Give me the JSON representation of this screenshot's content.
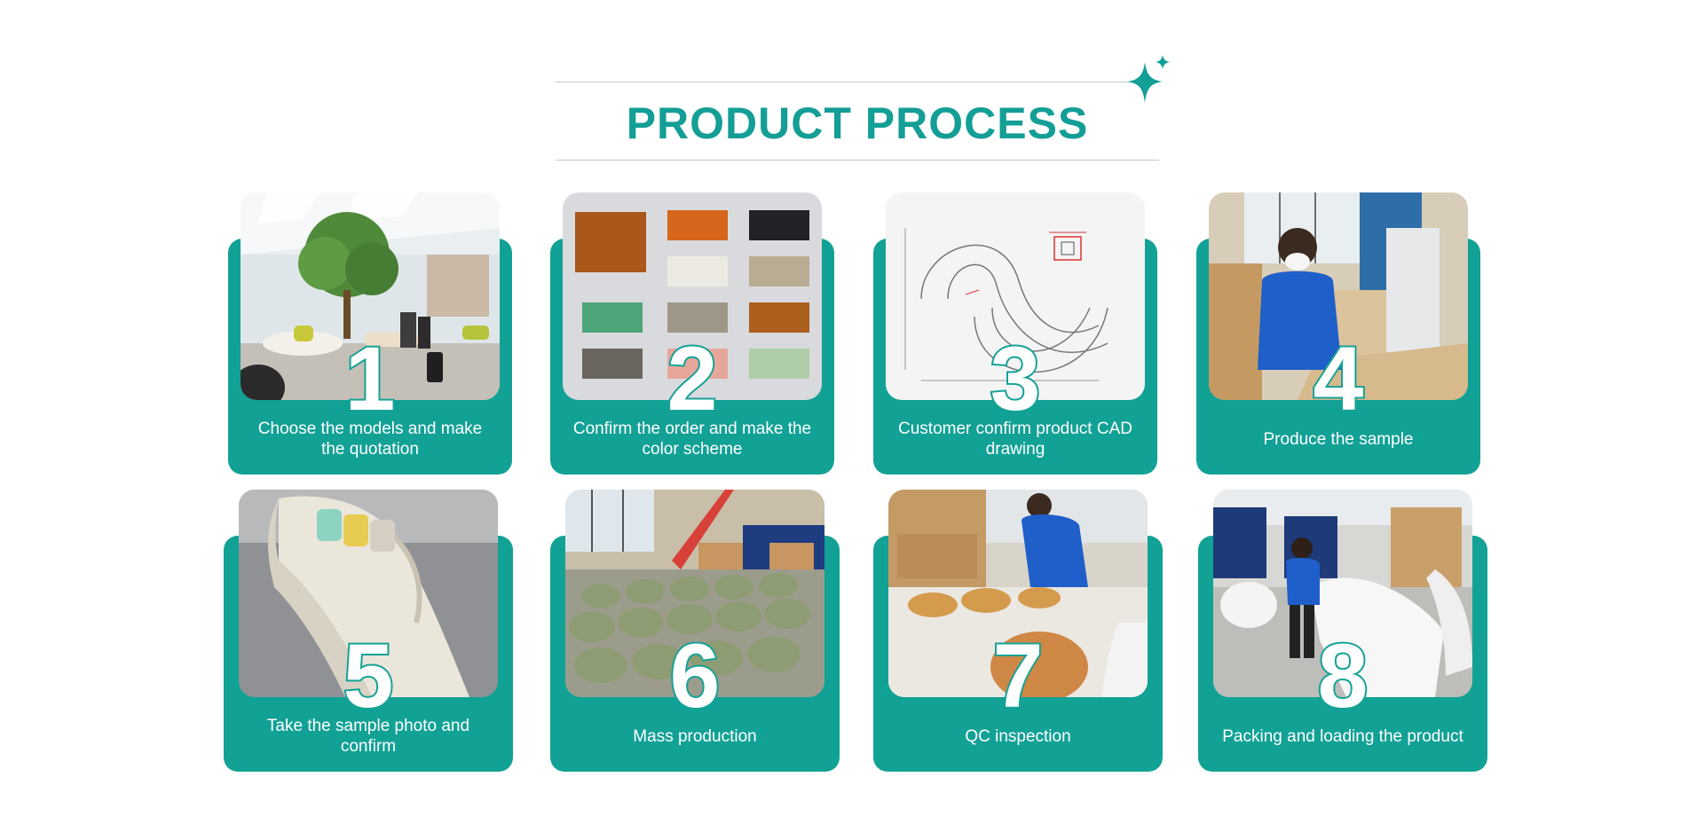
{
  "header": {
    "title": "PRODUCT PROCESS"
  },
  "colors": {
    "accent": "#139e96",
    "panel": "#12a195",
    "rule": "#c9c9c9"
  },
  "steps": [
    {
      "number": "1",
      "caption": "Choose the models and make the quotation",
      "image": "showroom-photo"
    },
    {
      "number": "2",
      "caption": "Confirm the order and make the color scheme",
      "image": "fabric-swatch-photo"
    },
    {
      "number": "3",
      "caption": "Customer confirm product CAD drawing",
      "image": "cad-drawing"
    },
    {
      "number": "4",
      "caption": "Produce the sample",
      "image": "workshop-photo"
    },
    {
      "number": "5",
      "caption": "Take the sample photo and confirm",
      "image": "sofa-photo"
    },
    {
      "number": "6",
      "caption": "Mass production",
      "image": "factory-chairs-photo"
    },
    {
      "number": "7",
      "caption": "QC inspection",
      "image": "qc-inspection-photo"
    },
    {
      "number": "8",
      "caption": "Packing and loading the product",
      "image": "packing-photo"
    }
  ]
}
